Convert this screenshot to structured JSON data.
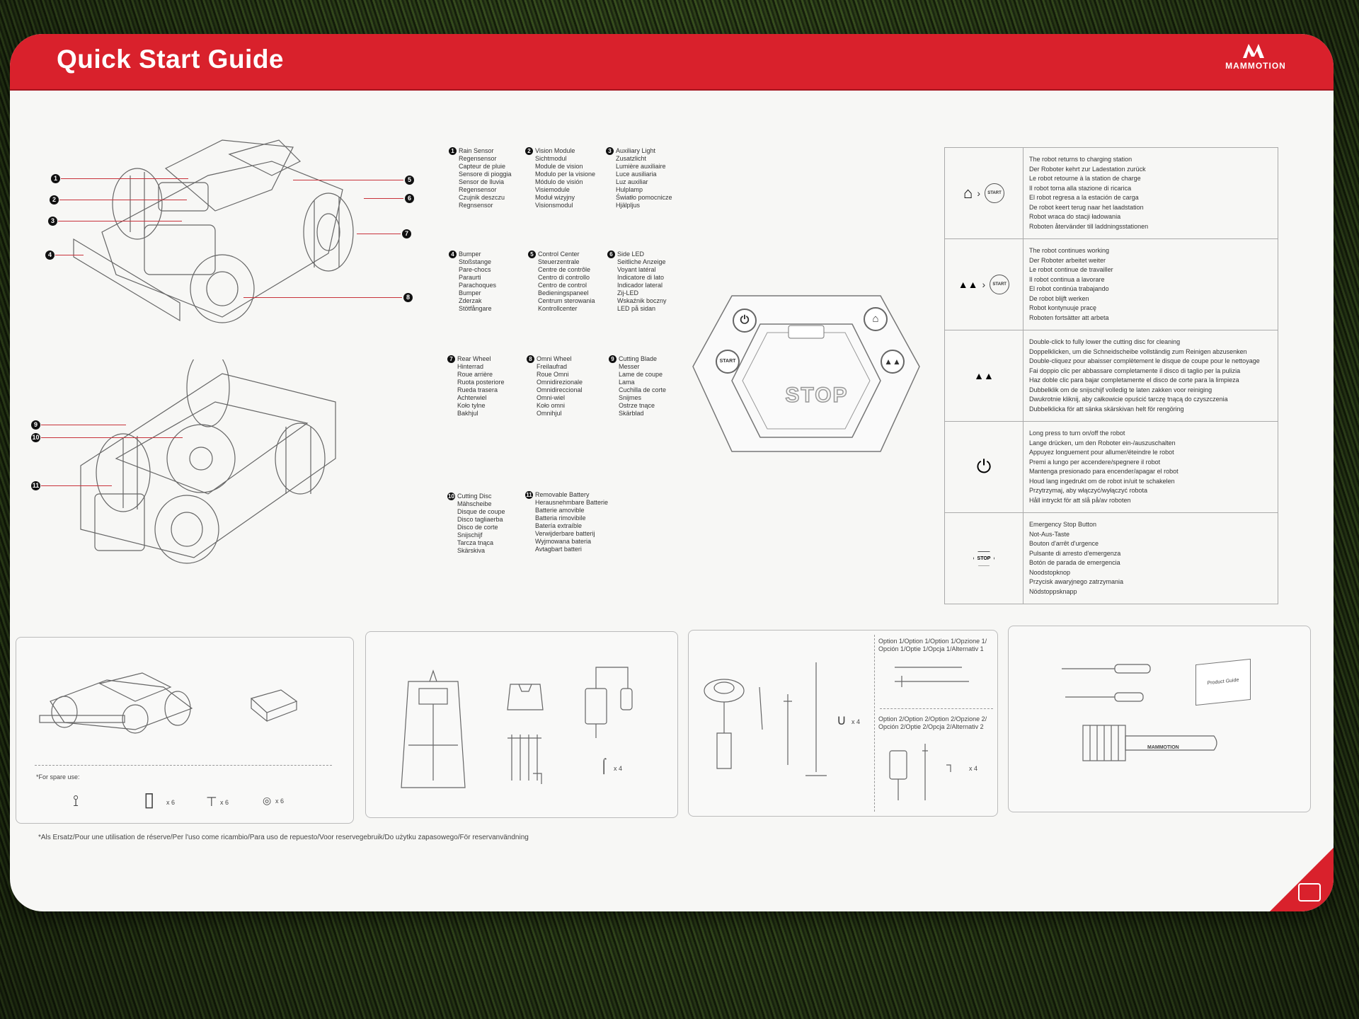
{
  "header": {
    "title": "Quick Start Guide",
    "brand": "MAMMOTION"
  },
  "components": [
    {
      "num": "1",
      "lines": [
        "Rain Sensor",
        "Regensensor",
        "Capteur de pluie",
        "Sensore di pioggia",
        "Sensor de lluvia",
        "Regensensor",
        "Czujnik deszczu",
        "Regnsensor"
      ]
    },
    {
      "num": "2",
      "lines": [
        "Vision Module",
        "Sichtmodul",
        "Module de vision",
        "Modulo per la visione",
        "Módulo de visión",
        "Visiemodule",
        "Moduł wizyjny",
        "Visionsmodul"
      ]
    },
    {
      "num": "3",
      "lines": [
        "Auxiliary Light",
        "Zusatzlicht",
        "Lumière auxiliaire",
        "Luce ausiliaria",
        "Luz auxiliar",
        "Hulplamp",
        "Światło pomocnicze",
        "Hjälpljus"
      ]
    },
    {
      "num": "4",
      "lines": [
        "Bumper",
        "Stoßstange",
        "Pare-chocs",
        "Paraurti",
        "Parachoques",
        "Bumper",
        "Zderzak",
        "Stötfångare"
      ]
    },
    {
      "num": "5",
      "lines": [
        "Control Center",
        "Steuerzentrale",
        "Centre de contrôle",
        "Centro di controllo",
        "Centro de control",
        "Bedieningspaneel",
        "Centrum sterowania",
        "Kontrollcenter"
      ]
    },
    {
      "num": "6",
      "lines": [
        "Side LED",
        "Seitliche Anzeige",
        "Voyant latéral",
        "Indicatore di lato",
        "Indicador lateral",
        "Zij-LED",
        "Wskaźnik boczny",
        "LED på sidan"
      ]
    },
    {
      "num": "7",
      "lines": [
        "Rear Wheel",
        "Hinterrad",
        "Roue arrière",
        "Ruota posteriore",
        "Rueda trasera",
        "Achterwiel",
        "Koło tylne",
        "Bakhjul"
      ]
    },
    {
      "num": "8",
      "lines": [
        "Omni Wheel",
        "Freilaufrad",
        "Roue Omni",
        "Omnidirezionale",
        "Omnidireccional",
        "Omni-wiel",
        "Koło omni",
        "Omnihjul"
      ]
    },
    {
      "num": "9",
      "lines": [
        "Cutting Blade",
        "Messer",
        "Lame de coupe",
        "Lama",
        "Cuchilla de corte",
        "Snijmes",
        "Ostrze tnące",
        "Skärblad"
      ]
    },
    {
      "num": "10",
      "lines": [
        "Cutting Disc",
        "Mähscheibe",
        "Disque de coupe",
        "Disco tagliaerba",
        "Disco de corte",
        "Snijschijf",
        "Tarcza tnąca",
        "Skärskiva"
      ]
    },
    {
      "num": "11",
      "lines": [
        "Removable Battery",
        "Herausnehmbare Batterie",
        "Batterie amovible",
        "Batteria rimovibile",
        "Batería extraíble",
        "Verwijderbare batterij",
        "Wyjmowana bateria",
        "Avtagbart batteri"
      ]
    }
  ],
  "callouts": [
    "1",
    "2",
    "3",
    "4",
    "5",
    "6",
    "7",
    "8",
    "9",
    "10",
    "11"
  ],
  "panel": {
    "start_label": "START",
    "stop_label": "STOP"
  },
  "instructions": [
    {
      "icon": "home-start",
      "start": "START",
      "lines": [
        "The robot returns to charging station",
        "Der Roboter kehrt zur Ladestation zurück",
        "Le robot retourne à la station de charge",
        "Il robot torna alla stazione di ricarica",
        "El robot regresa a la estación de carga",
        "De robot keert terug naar het laadstation",
        "Robot wraca do stacji ładowania",
        "Roboten återvänder till laddningsstationen"
      ]
    },
    {
      "icon": "mow-start",
      "start": "START",
      "lines": [
        "The robot continues working",
        "Der Roboter arbeitet weiter",
        "Le robot continue de travailler",
        "Il robot continua a lavorare",
        "El robot continúa trabajando",
        "De robot blijft werken",
        "Robot kontynuuje pracę",
        "Roboten fortsätter att arbeta"
      ]
    },
    {
      "icon": "mow",
      "lines": [
        "Double-click to fully lower the cutting disc for cleaning",
        "Doppelklicken, um die Schneidscheibe vollständig zum Reinigen abzusenken",
        "Double-cliquez pour abaisser complètement le disque de coupe pour le nettoyage",
        "Fai doppio clic per abbassare completamente il disco di taglio per la pulizia",
        "Haz doble clic para bajar completamente el disco de corte para la limpieza",
        "Dubbelklik om de snijschijf volledig te laten zakken voor reiniging",
        "Dwukrotnie kliknij, aby całkowicie opuścić tarczę tnącą do czyszczenia",
        "Dubbelklicka för att sänka skärskivan helt för rengöring"
      ]
    },
    {
      "icon": "power",
      "lines": [
        "Long press to turn on/off the robot",
        "Lange drücken, um den Roboter ein-/auszuschalten",
        "Appuyez longuement pour allumer/éteindre le robot",
        "Premi a lungo per accendere/spegnere il robot",
        "Mantenga presionado para encender/apagar el robot",
        "Houd lang ingedrukt om de robot in/uit te schakelen",
        "Przytrzymaj, aby włączyć/wyłączyć robota",
        "Håll intryckt för att slå på/av roboten"
      ]
    },
    {
      "icon": "stop",
      "stop": "STOP",
      "lines": [
        "Emergency Stop Button",
        "Not-Aus-Taste",
        "Bouton d'arrêt d'urgence",
        "Pulsante di arresto d'emergenza",
        "Botón de parada de emergencia",
        "Noodstopknop",
        "Przycisk awaryjnego zatrzymania",
        "Nödstoppsknapp"
      ]
    }
  ],
  "box1": {
    "spare_label": "*For spare use:",
    "qty_a": "x 6",
    "qty_b": "x 6",
    "qty_c": "x 6"
  },
  "box2": {
    "qty_pegs": "x 4"
  },
  "box3": {
    "option1": [
      "Option 1/Option 1/Option 1/Opzione 1/",
      "Opción 1/Optie 1/Opcja 1/Alternativ 1"
    ],
    "option2": [
      "Option 2/Option 2/Option 2/Opzione 2/",
      "Opción 2/Optie 2/Opcja 2/Alternativ 2"
    ],
    "qty_clips": "x 4",
    "qty_screws": "x 4"
  },
  "box4": {
    "product_guide": "Product Guide",
    "brush_brand": "MAMMOTION"
  },
  "footnote": "*Als Ersatz/Pour une utilisation de réserve/Per l'uso come ricambio/Para uso de repuesto/Voor reservegebruik/Do użytku zapasowego/För reservanvändning",
  "colors": {
    "brand_red": "#d9212c",
    "paper": "#f7f7f5"
  }
}
